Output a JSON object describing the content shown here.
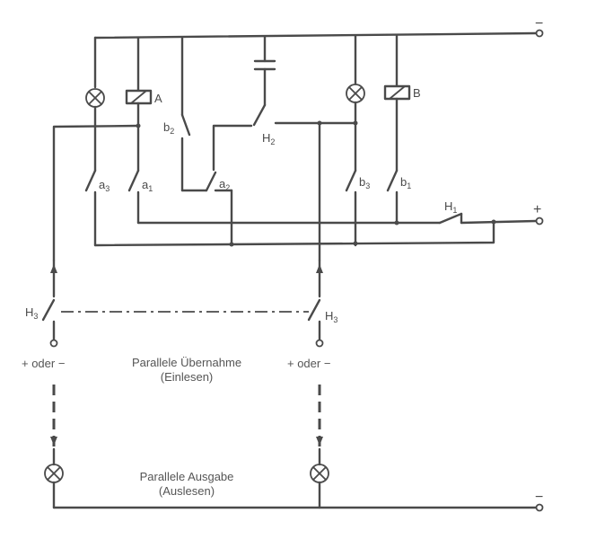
{
  "terminals": {
    "top_minus": "−",
    "mid_plus": "+",
    "bottom_minus": "−"
  },
  "relays": {
    "relay_a": "A",
    "relay_b": "B"
  },
  "contacts": {
    "a3": "a",
    "a3_sub": "3",
    "a1": "a",
    "a1_sub": "1",
    "a2": "a",
    "a2_sub": "2",
    "b2": "b",
    "b2_sub": "2",
    "b3": "b",
    "b3_sub": "3",
    "b1": "b",
    "b1_sub": "1",
    "h1": "H",
    "h1_sub": "1",
    "h2": "H",
    "h2_sub": "2",
    "h3_left": "H",
    "h3_left_sub": "3",
    "h3_right": "H",
    "h3_right_sub": "3"
  },
  "polarity": {
    "left": "+ oder −",
    "right": "+ oder −"
  },
  "captions": {
    "input_title": "Parallele Übernahme",
    "input_sub": "(Einlesen)",
    "output_title": "Parallele Ausgabe",
    "output_sub": "(Auslesen)"
  }
}
